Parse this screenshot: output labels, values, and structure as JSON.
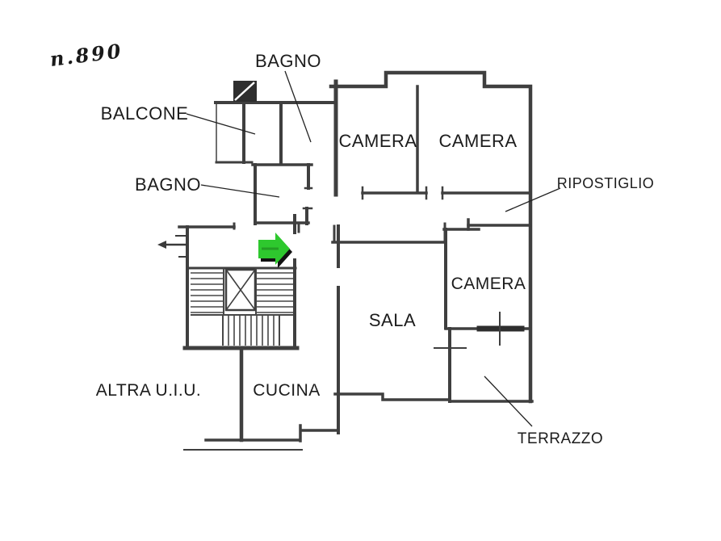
{
  "annotation": {
    "handwritten_mark": "n.890"
  },
  "rooms": {
    "bagno_top": "BAGNO",
    "balcone": "BALCONE",
    "bagno": "BAGNO",
    "camera_1": "CAMERA",
    "camera_2": "CAMERA",
    "ripostiglio": "RIPOSTIGLIO",
    "camera_3": "CAMERA",
    "sala": "SALA",
    "cucina": "CUCINA",
    "altra_uiu": "ALTRA U.I.U.",
    "terrazzo": "TERRAZZO"
  },
  "icons": {
    "entrance_arrow": "entrance-arrow",
    "stair_direction_arrow": "stair-direction-arrow",
    "elevator_shaft": "elevator-shaft"
  },
  "colors": {
    "background": "#ffffff",
    "wall": "#3f3f3f",
    "text": "#1c1c1c",
    "arrow_green": "#2ec82e",
    "arrow_streak": "#1f8a1f",
    "arrow_shadow": "#121212"
  }
}
